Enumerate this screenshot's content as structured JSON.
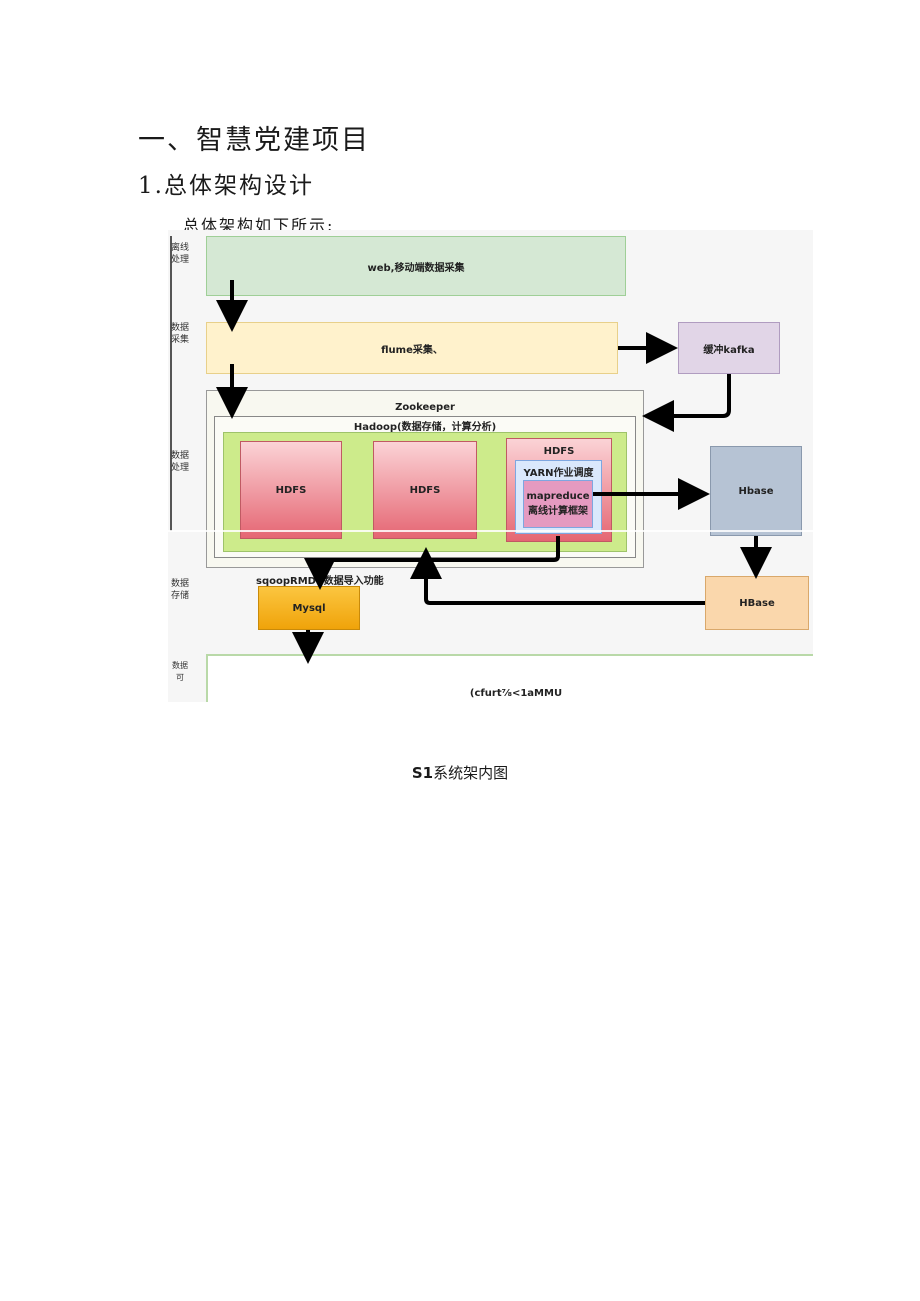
{
  "heading": "一、智慧党建项目",
  "subheading": "1.总体架构设计",
  "intro": "总体架构如下所示:",
  "diagram": {
    "lanes": [
      "离线处理",
      "数据采集",
      "数据处理",
      "数据存储",
      "数据可"
    ],
    "web_collect": "web,移动端数据采集",
    "flume": "flume采集、",
    "kafka": "缓冲kafka",
    "zookeeper": "Zookeeper",
    "hadoop": "Hadoop(数据存储，计算分析)",
    "hdfs_1": "HDFS",
    "hdfs_2": "HDFS",
    "hdfs_3": "HDFS",
    "yarn": "YARN作业调度",
    "mapreduce": "mapreduce",
    "mapreduce_sub": "离线计算框架",
    "hbase_upper": "Hbase",
    "hbase_lower": "HBase",
    "sqoop": "sqoopRMDB数据导入功能",
    "mysql": "Mysql",
    "bottom_box": "(cfurt⅞<1aMMU",
    "colors": {
      "green_box": "#d5e8d4",
      "yellow_box": "#fff2cc",
      "purple_box": "#e1d5e7",
      "hadoop_inner": "#cdeb8b",
      "hdfs_red": "#e9707a",
      "hbase_blue": "#b6c3d4",
      "hbase_orange": "#fad7ac",
      "mysql_orange": "#f7b313"
    }
  },
  "caption_bold": "S1",
  "caption_text": "系统架内图"
}
